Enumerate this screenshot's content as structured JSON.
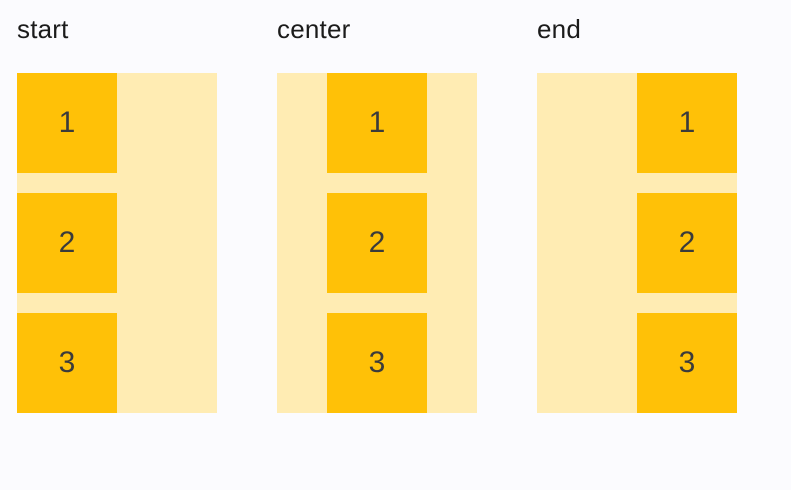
{
  "examples": [
    {
      "label": "start",
      "alignment": "start",
      "items": [
        "1",
        "2",
        "3"
      ]
    },
    {
      "label": "center",
      "alignment": "center",
      "items": [
        "1",
        "2",
        "3"
      ]
    },
    {
      "label": "end",
      "alignment": "end",
      "items": [
        "1",
        "2",
        "3"
      ]
    }
  ],
  "colors": {
    "background": "#FBFBFE",
    "container": "#FFECB3",
    "item": "#FFC107",
    "label_text": "#1B1B1B",
    "item_text": "#3B3B3B"
  }
}
